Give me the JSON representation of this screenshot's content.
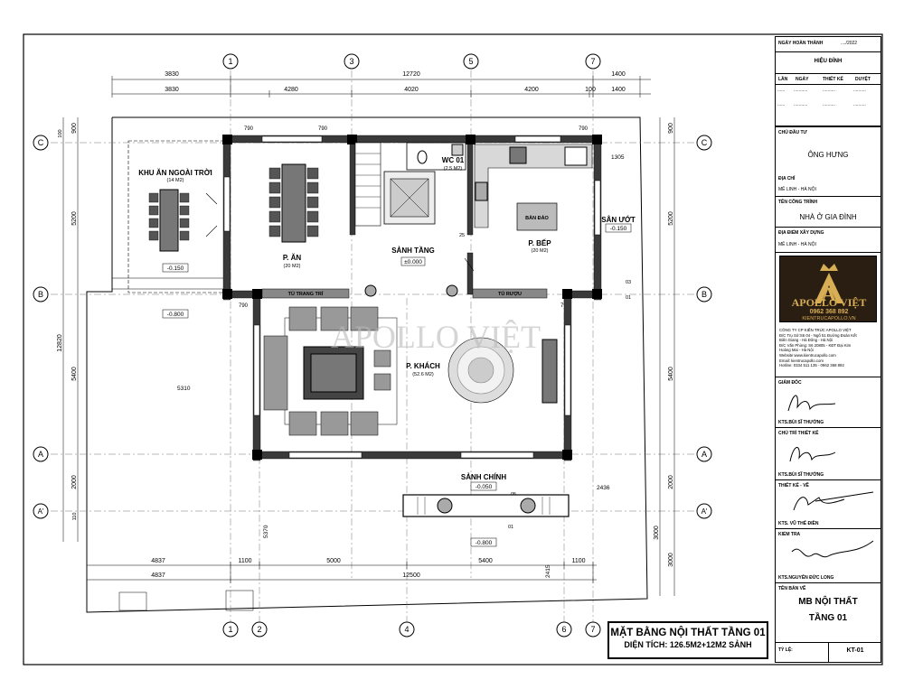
{
  "drawing": {
    "watermark": "APOLLO VIỆT",
    "title": "MẶT BẰNG NỘI THẤT TẦNG 01",
    "area": "DIỆN TÍCH: 126.5M2+12M2 SẢNH"
  },
  "grid_top": [
    "1",
    "3",
    "5",
    "7"
  ],
  "grid_bottom": [
    "1",
    "2",
    "4",
    "6",
    "7"
  ],
  "grid_side": [
    "C",
    "B",
    "A",
    "A'"
  ],
  "dims_top_row1": [
    "3830",
    "12720",
    "1400"
  ],
  "dims_top_row2": [
    "3830",
    "4280",
    "4020",
    "4200",
    "100",
    "1400"
  ],
  "dims_bottom_row1": [
    "4837",
    "1100",
    "5000",
    "5400",
    "1100"
  ],
  "dims_bottom_row2": [
    "4837",
    "12500"
  ],
  "dims_left": [
    "100",
    "900",
    "5200",
    "12820",
    "5400",
    "2000",
    "110"
  ],
  "dims_right": [
    "900",
    "5200",
    "5400",
    "2000",
    "3000",
    "3000"
  ],
  "dims_misc": [
    "790",
    "790",
    "790",
    "790",
    "790",
    "1305",
    "5310",
    "5370",
    "2415",
    "2436",
    "01",
    "01",
    "03",
    "05",
    "01",
    "25"
  ],
  "rooms": {
    "outdoor_dining": "KHU ĂN NGOÀI TRỜI",
    "outdoor_dining_area": "(14 M2)",
    "dining": "P. ĂN",
    "dining_area": "(20 M2)",
    "wc": "WC 01",
    "wc_area": "(2.5 M2)",
    "hall": "SẢNH TẦNG",
    "island": "BÀN ĐẢO",
    "kitchen": "P. BẾP",
    "kitchen_area": "(20 M2)",
    "wet_yard": "SÂN ƯỚT",
    "deco_cabinet": "TỦ TRANG TRÍ",
    "wine_cabinet": "TỦ RƯỢU",
    "living": "P. KHÁCH",
    "living_area": "(52.6 M2)",
    "main_porch": "SẢNH CHÍNH"
  },
  "levels": {
    "outdoor": "-0.150",
    "hall": "±0.000",
    "wet_yard": "-0.150",
    "yard_left": "-0.800",
    "porch": "-0.050",
    "front": "-0.800"
  },
  "title_block": {
    "completion_label": "NGÀY HOÀN THÀNH",
    "completion_value": "..../2022",
    "revision_header": "HIỆU ĐÍNH",
    "rev_cols": [
      "LẦN",
      "NGÀY",
      "THIẾT KẾ",
      "DUYỆT"
    ],
    "rev_dots": [
      "......",
      "...........",
      "..........",
      "..........",
      "......",
      "...........",
      "..........",
      ".........."
    ],
    "investor_label": "CHỦ ĐẦU TƯ",
    "investor_value": "ÔNG HƯNG",
    "address_label": "ĐỊA CHỈ",
    "address_value": "MÊ LINH - HÀ NỘI",
    "project_label": "TÊN CÔNG TRÌNH",
    "project_value": "NHÀ Ở GIA ĐÌNH",
    "site_label": "ĐỊA ĐIỂM XÂY DỰNG",
    "site_value": "MÊ LINH - HÀ NỘI",
    "logo_brand": "APOLLO VIỆT",
    "logo_letter": "A",
    "logo_phone": "0962 368 892",
    "logo_web": "KIENTRUCAPOLLO.VN",
    "company_lines": [
      "CÔNG TY CP KIẾN TRÚC APOLLO VIỆT",
      "Đ/C Trụ Sở:S6 04 - Ngõ 51 Đường Đoàn Kết",
      "Biên Giang - Hà Đông - Hà Nội",
      "Đ/C Văn Phòng: S6 20805 - KĐT Đại Kim",
      "Hoàng Mai - Hà Nội",
      "Website:www.kientrucapollo.com",
      "Email: kientrucapollo.com",
      "Hotline: 0334 511 135 - 0962 368 892"
    ],
    "director_label": "GIÁM ĐỐC",
    "director_name": "KTS.BÙI SĨ THƯỜNG",
    "lead_label": "CHỦ TRÌ THIẾT KẾ",
    "lead_name": "KTS.BÙI SĨ THƯỜNG",
    "designer_label": "THIẾT KẾ - VẼ",
    "designer_name": "KTS. VŨ THẾ ĐIỀN",
    "checker_label": "KIỂM TRA",
    "checker_name": "KTS.NGUYỄN ĐỨC LONG",
    "sheet_name_label": "TÊN BẢN VẼ",
    "sheet_name_line1": "MB NỘI THẤT",
    "sheet_name_line2": "TẦNG 01",
    "scale_label": "TỶ LỆ:",
    "sheet_code": "KT-01"
  }
}
